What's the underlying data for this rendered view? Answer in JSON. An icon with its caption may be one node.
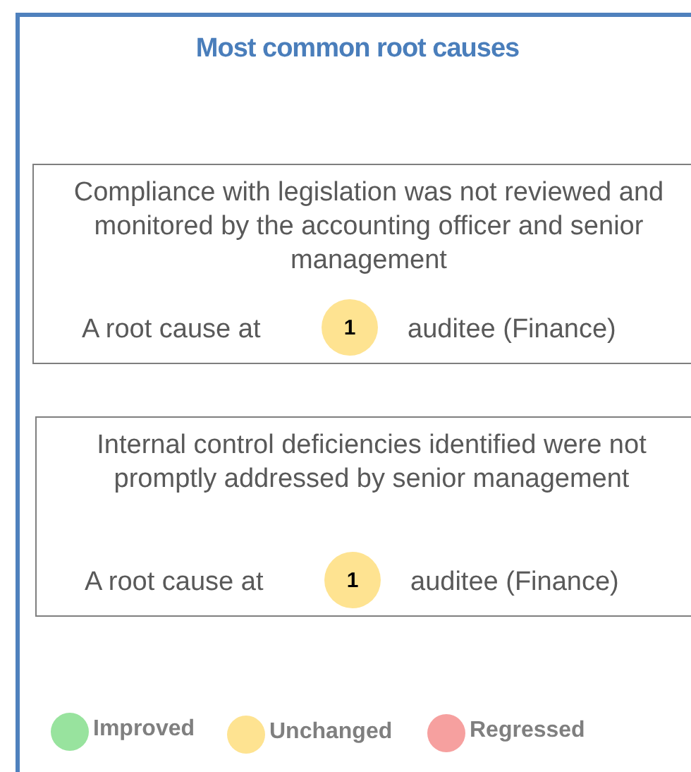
{
  "diagram": {
    "nodes": [
      {
        "text": [
          "Most common root causes"
        ]
      },
      {
        "text": [
          "Compliance with legislation was not reviewed and monitored by the accounting officer and senior management",
          "A root cause at",
          "auditee (Finance)"
        ],
        "in": 0
      },
      {
        "text": [
          "1"
        ],
        "in": 1
      },
      {
        "text": [
          "Internal control deficiencies identified were not promptly addressed by senior management",
          "A root cause at",
          "auditee (Finance)"
        ],
        "in": 0
      },
      {
        "text": [
          "1"
        ],
        "in": 3
      }
    ],
    "legend": [
      {
        "text": "Improved",
        "color": "#98e39e"
      },
      {
        "text": "Unchanged",
        "color": "#fee391"
      },
      {
        "text": "Regressed",
        "color": "#f6a09f"
      }
    ]
  }
}
